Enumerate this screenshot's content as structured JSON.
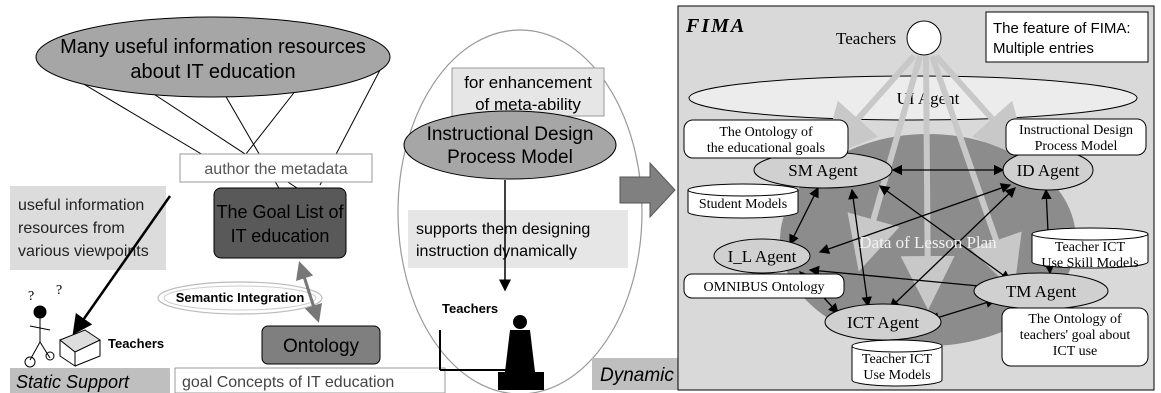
{
  "left": {
    "resources_line1": "Many useful information resources",
    "resources_line2": "about IT education",
    "author_label": "author the metadata",
    "useful_line1": "useful information",
    "useful_line2": "resources from",
    "useful_line3": "various viewpoints",
    "goal_list_line1": "The Goal List of",
    "goal_list_line2": "IT education",
    "semantic_integration": "Semantic Integration",
    "ontology": "Ontology",
    "goal_concepts": "goal Concepts of IT education",
    "teachers": "Teachers",
    "static_support": "Static Support"
  },
  "middle": {
    "meta_line1": "for enhancement",
    "meta_line2": "of meta-ability",
    "idpm_line1": "Instructional Design",
    "idpm_line2": "Process Model",
    "supports_line1": "supports them designing",
    "supports_line2": "instruction dynamically",
    "teachers": "Teachers",
    "dynamic_support": "Dynamic Support"
  },
  "fima": {
    "logo": "FIMA",
    "teachers": "Teachers",
    "feature_line1": "The feature of FIMA:",
    "feature_line2": "Multiple entries",
    "ui_agent": "UI Agent",
    "ontology_goals_line1": "The Ontology of",
    "ontology_goals_line2": "the educational goals",
    "idpm_line1": "Instructional Design",
    "idpm_line2": "Process Model",
    "sm_agent": "SM Agent",
    "id_agent": "ID Agent",
    "student_models": "Student Models",
    "data_lesson_plan": "Data of Lesson Plan",
    "teacher_ict_skill_line1": "Teacher ICT",
    "teacher_ict_skill_line2": "Use Skill Models",
    "il_agent": "I_L Agent",
    "omnibus": "OMNIBUS Ontology",
    "tm_agent": "TM Agent",
    "ict_agent": "ICT Agent",
    "ontology_teachers_line1": "The Ontology of",
    "ontology_teachers_line2": "teachers' goal about",
    "ontology_teachers_line3": "ICT use",
    "teacher_ict_models_line1": "Teacher ICT",
    "teacher_ict_models_line2": "Use Models"
  }
}
